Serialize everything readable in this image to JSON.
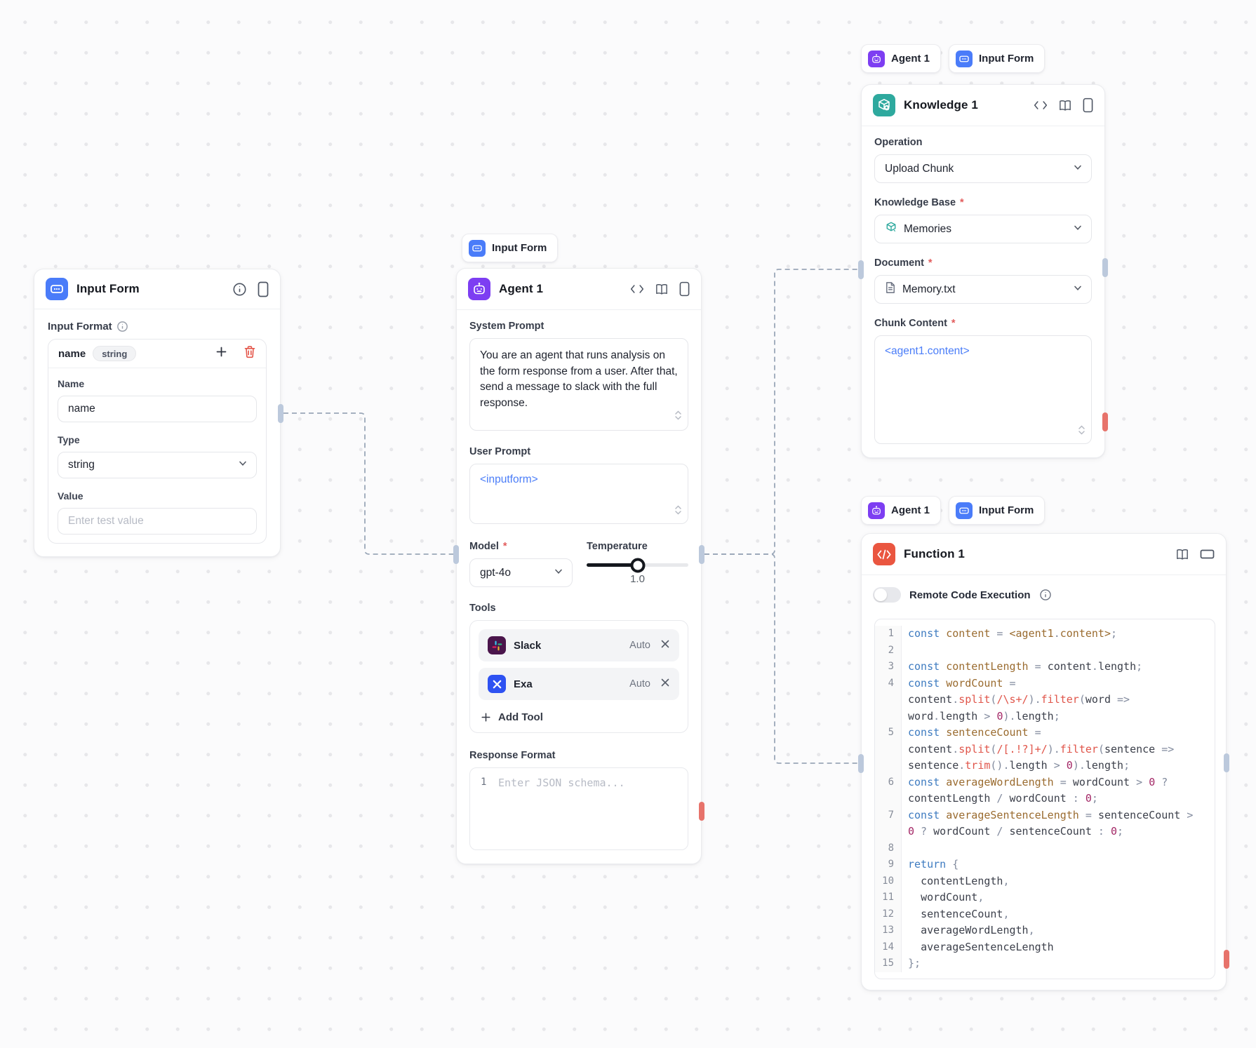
{
  "references": {
    "above_agent": [
      {
        "icon": "form",
        "label": "Input Form"
      }
    ],
    "above_knowledge": [
      {
        "icon": "robot",
        "label": "Agent 1"
      },
      {
        "icon": "form",
        "label": "Input Form"
      }
    ],
    "above_function": [
      {
        "icon": "robot",
        "label": "Agent 1"
      },
      {
        "icon": "form",
        "label": "Input Form"
      }
    ]
  },
  "nodes": {
    "input_form": {
      "title": "Input Form",
      "input_format_label": "Input Format",
      "field_row": {
        "name": "name",
        "type_badge": "string"
      },
      "name_label": "Name",
      "name_value": "name",
      "type_label": "Type",
      "type_value": "string",
      "value_label": "Value",
      "value_placeholder": "Enter test value"
    },
    "agent": {
      "title": "Agent 1",
      "system_prompt_label": "System Prompt",
      "system_prompt_value": "You are an agent that runs analysis on the form response from a user. After that, send a message to slack with the full response.",
      "user_prompt_label": "User Prompt",
      "user_prompt_value": "<inputform>",
      "model_label": "Model",
      "model_value": "gpt-4o",
      "temperature_label": "Temperature",
      "temperature_value": "1.0",
      "tools_label": "Tools",
      "tools": [
        {
          "icon": "slack",
          "name": "Slack",
          "mode": "Auto"
        },
        {
          "icon": "exa",
          "name": "Exa",
          "mode": "Auto"
        }
      ],
      "add_tool_label": "Add Tool",
      "response_format_label": "Response Format",
      "response_line_number": "1",
      "response_placeholder": "Enter JSON schema..."
    },
    "knowledge": {
      "title": "Knowledge 1",
      "operation_label": "Operation",
      "operation_value": "Upload Chunk",
      "knowledge_base_label": "Knowledge Base",
      "knowledge_base_value": "Memories",
      "document_label": "Document",
      "document_value": "Memory.txt",
      "chunk_content_label": "Chunk Content",
      "chunk_content_value": "<agent1.content>"
    },
    "function": {
      "title": "Function 1",
      "remote_code_label": "Remote Code Execution",
      "code": [
        {
          "n": "1",
          "lines": [
            [
              [
                "k",
                "const"
              ],
              [
                "p",
                " "
              ],
              [
                "v",
                "content"
              ],
              [
                "p",
                " = "
              ],
              [
                "v",
                "<agent1"
              ],
              [
                "p",
                "."
              ],
              [
                "v",
                "content>"
              ],
              [
                "p",
                ";"
              ]
            ]
          ]
        },
        {
          "n": "2",
          "lines": [
            []
          ]
        },
        {
          "n": "3",
          "lines": [
            [
              [
                "k",
                "const"
              ],
              [
                "p",
                " "
              ],
              [
                "v",
                "contentLength"
              ],
              [
                "p",
                " = "
              ],
              [
                "i",
                "content"
              ],
              [
                "p",
                "."
              ],
              [
                "i",
                "length"
              ],
              [
                "p",
                ";"
              ]
            ]
          ]
        },
        {
          "n": "4",
          "lines": [
            [
              [
                "k",
                "const"
              ],
              [
                "p",
                " "
              ],
              [
                "v",
                "wordCount"
              ],
              [
                "p",
                " ="
              ]
            ],
            [
              [
                "i",
                "content"
              ],
              [
                "p",
                "."
              ],
              [
                "f",
                "split"
              ],
              [
                "p",
                "("
              ],
              [
                "f",
                "/\\s+/"
              ],
              [
                "p",
                ")."
              ],
              [
                "f",
                "filter"
              ],
              [
                "p",
                "("
              ],
              [
                "i",
                "word"
              ],
              [
                "p",
                " =>"
              ]
            ],
            [
              [
                "i",
                "word"
              ],
              [
                "p",
                "."
              ],
              [
                "i",
                "length"
              ],
              [
                "p",
                " > "
              ],
              [
                "n",
                "0"
              ],
              [
                "p",
                ")."
              ],
              [
                "i",
                "length"
              ],
              [
                "p",
                ";"
              ]
            ]
          ]
        },
        {
          "n": "5",
          "lines": [
            [
              [
                "k",
                "const"
              ],
              [
                "p",
                " "
              ],
              [
                "v",
                "sentenceCount"
              ],
              [
                "p",
                " ="
              ]
            ],
            [
              [
                "i",
                "content"
              ],
              [
                "p",
                "."
              ],
              [
                "f",
                "split"
              ],
              [
                "p",
                "("
              ],
              [
                "f",
                "/[.!?]+/"
              ],
              [
                "p",
                ")."
              ],
              [
                "f",
                "filter"
              ],
              [
                "p",
                "("
              ],
              [
                "i",
                "sentence"
              ],
              [
                "p",
                " =>"
              ]
            ],
            [
              [
                "i",
                "sentence"
              ],
              [
                "p",
                "."
              ],
              [
                "f",
                "trim"
              ],
              [
                "p",
                "()."
              ],
              [
                "i",
                "length"
              ],
              [
                "p",
                " > "
              ],
              [
                "n",
                "0"
              ],
              [
                "p",
                ")."
              ],
              [
                "i",
                "length"
              ],
              [
                "p",
                ";"
              ]
            ]
          ]
        },
        {
          "n": "6",
          "lines": [
            [
              [
                "k",
                "const"
              ],
              [
                "p",
                " "
              ],
              [
                "v",
                "averageWordLength"
              ],
              [
                "p",
                " = "
              ],
              [
                "i",
                "wordCount"
              ],
              [
                "p",
                " > "
              ],
              [
                "n",
                "0"
              ],
              [
                "p",
                " ?"
              ]
            ],
            [
              [
                "i",
                "contentLength"
              ],
              [
                "p",
                " / "
              ],
              [
                "i",
                "wordCount"
              ],
              [
                "p",
                " : "
              ],
              [
                "n",
                "0"
              ],
              [
                "p",
                ";"
              ]
            ]
          ]
        },
        {
          "n": "7",
          "lines": [
            [
              [
                "k",
                "const"
              ],
              [
                "p",
                " "
              ],
              [
                "v",
                "averageSentenceLength"
              ],
              [
                "p",
                " = "
              ],
              [
                "i",
                "sentenceCount"
              ],
              [
                "p",
                " >"
              ]
            ],
            [
              [
                "n",
                "0"
              ],
              [
                "p",
                " ? "
              ],
              [
                "i",
                "wordCount"
              ],
              [
                "p",
                " / "
              ],
              [
                "i",
                "sentenceCount"
              ],
              [
                "p",
                " : "
              ],
              [
                "n",
                "0"
              ],
              [
                "p",
                ";"
              ]
            ]
          ]
        },
        {
          "n": "8",
          "lines": [
            []
          ]
        },
        {
          "n": "9",
          "lines": [
            [
              [
                "k",
                "return"
              ],
              [
                "p",
                " {"
              ]
            ]
          ]
        },
        {
          "n": "10",
          "lines": [
            [
              [
                "p",
                "  "
              ],
              [
                "i",
                "contentLength"
              ],
              [
                "p",
                ","
              ]
            ]
          ]
        },
        {
          "n": "11",
          "lines": [
            [
              [
                "p",
                "  "
              ],
              [
                "i",
                "wordCount"
              ],
              [
                "p",
                ","
              ]
            ]
          ]
        },
        {
          "n": "12",
          "lines": [
            [
              [
                "p",
                "  "
              ],
              [
                "i",
                "sentenceCount"
              ],
              [
                "p",
                ","
              ]
            ]
          ]
        },
        {
          "n": "13",
          "lines": [
            [
              [
                "p",
                "  "
              ],
              [
                "i",
                "averageWordLength"
              ],
              [
                "p",
                ","
              ]
            ]
          ]
        },
        {
          "n": "14",
          "lines": [
            [
              [
                "p",
                "  "
              ],
              [
                "i",
                "averageSentenceLength"
              ]
            ]
          ]
        },
        {
          "n": "15",
          "lines": [
            [
              [
                "p",
                "};"
              ]
            ]
          ]
        }
      ]
    }
  }
}
